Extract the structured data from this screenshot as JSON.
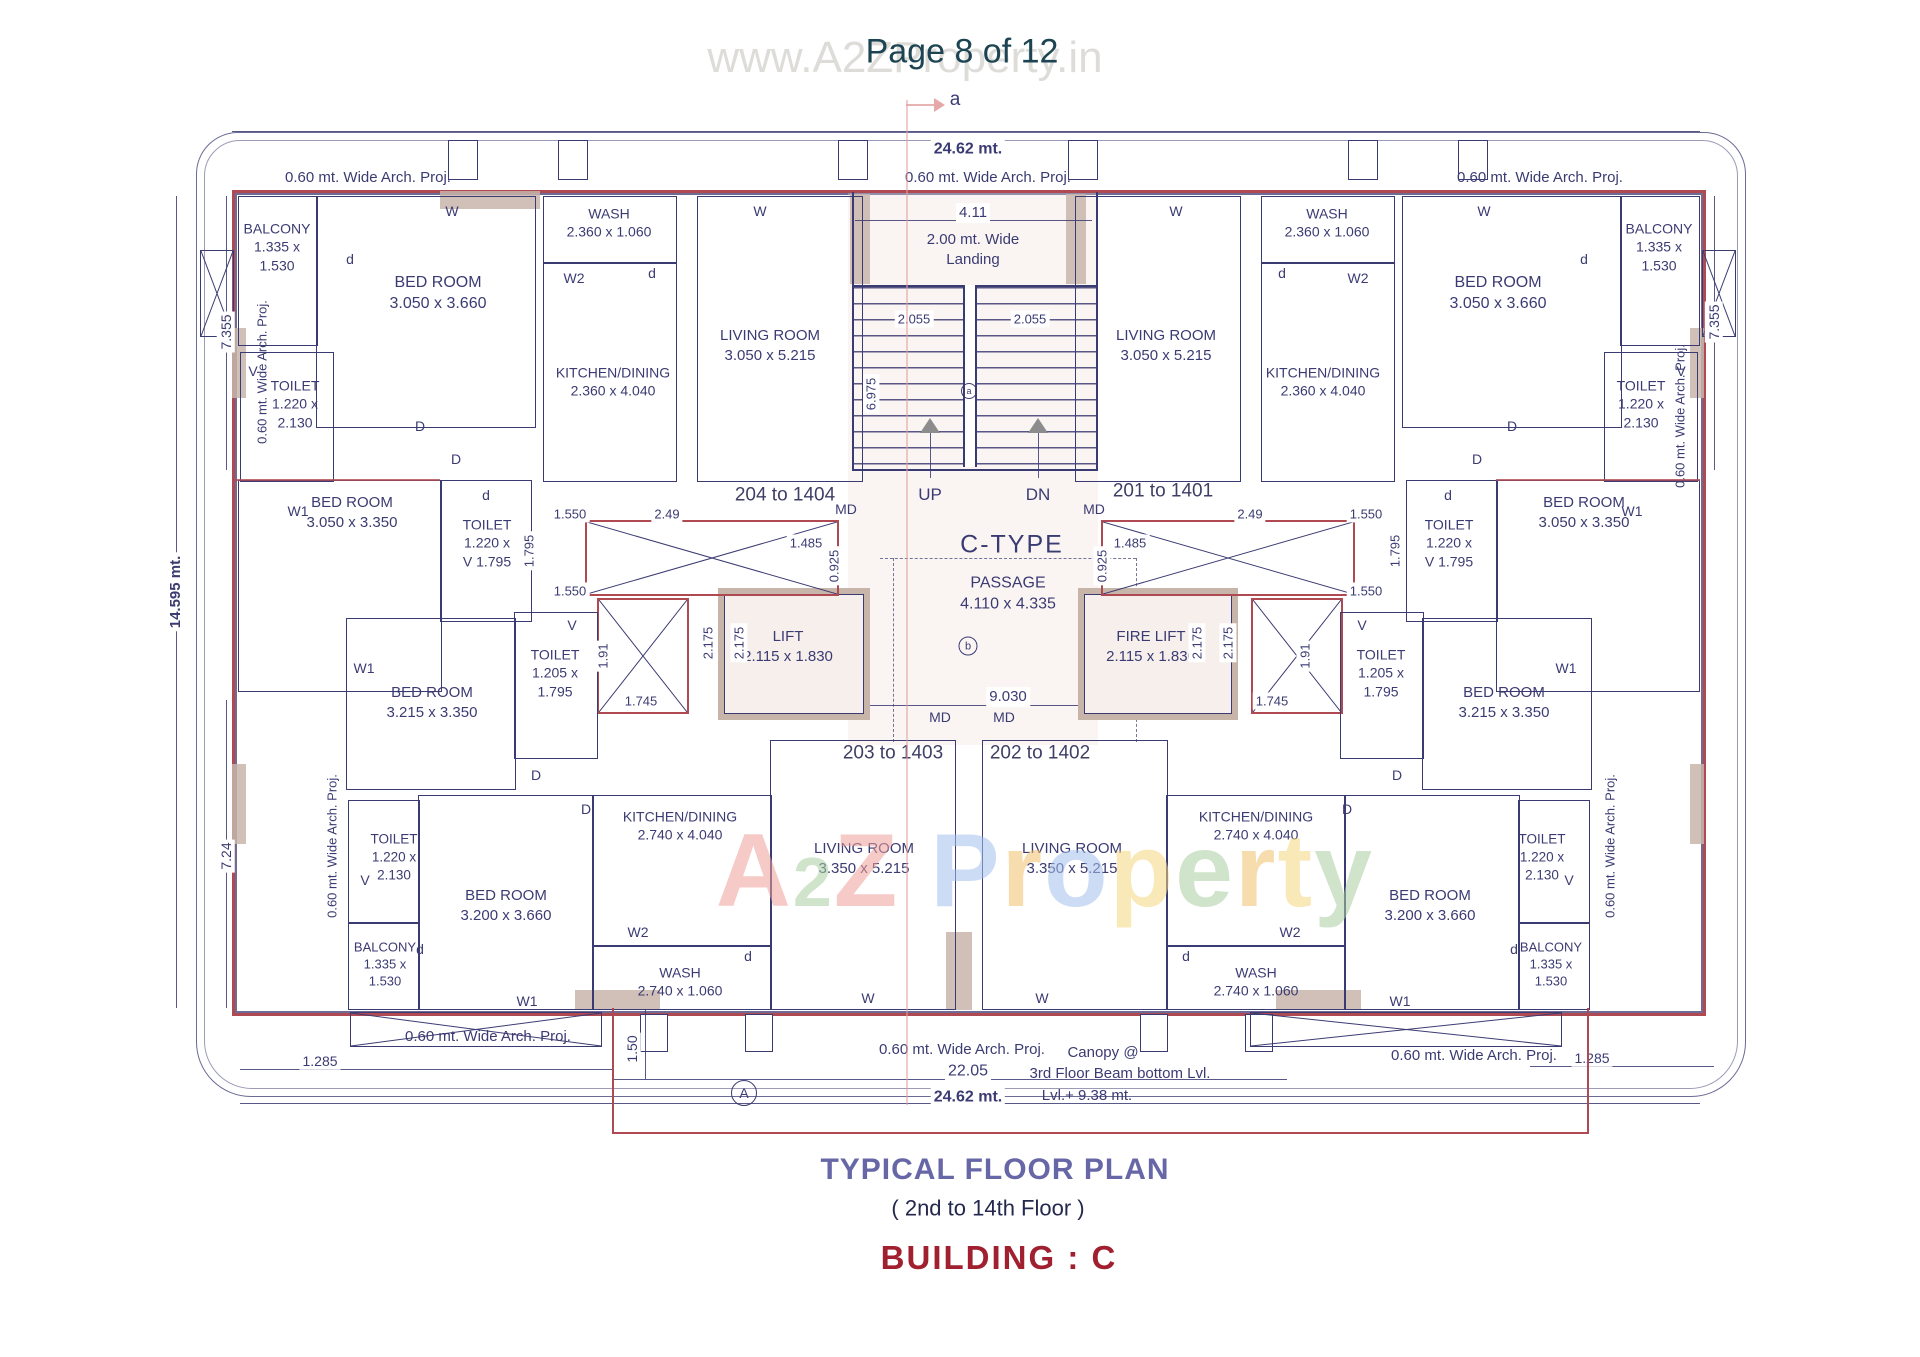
{
  "page": {
    "title": "Page 8 of 12",
    "watermark": "www.A2ZProperty.in"
  },
  "brand": {
    "letters": [
      {
        "ch": "A",
        "style": "color:#efa29b"
      },
      {
        "ch": "2",
        "style": "color:#a9cfa0;font-size:70px"
      },
      {
        "ch": "Z",
        "style": "color:#efa29b"
      },
      {
        "ch": " ",
        "style": ""
      },
      {
        "ch": "P",
        "style": "color:#a6c1ee"
      },
      {
        "ch": "r",
        "style": "color:#f2c06d"
      },
      {
        "ch": "o",
        "style": "color:#a6c1ee"
      },
      {
        "ch": "p",
        "style": "color:#f5d77f"
      },
      {
        "ch": "e",
        "style": "color:#a9cfa0"
      },
      {
        "ch": "r",
        "style": "color:#f2c06d"
      },
      {
        "ch": "t",
        "style": "color:#f5d77f"
      },
      {
        "ch": "y",
        "style": "color:#a9cfa0"
      }
    ]
  },
  "footer": {
    "line1": "TYPICAL FLOOR PLAN",
    "line2": "( 2nd to 14th Floor )",
    "line3": "BUILDING : C"
  },
  "units": {
    "u204": "204 to 1404",
    "u201": "201 to 1401",
    "u203": "203 to 1403",
    "u202": "202 to 1402"
  },
  "core": {
    "type": "C-TYPE",
    "passage": "PASSAGE",
    "passage_size": "4.110 x 4.335",
    "lift": "LIFT\n2.115 x 1.830",
    "fire_lift": "FIRE LIFT\n2.115 x 1.830",
    "landing": "2.00 mt. Wide\nLanding",
    "up": "UP",
    "dn": "DN"
  },
  "rooms": {
    "balcony": "BALCONY\n1.335 x\n1.530",
    "bed_3050_3660": "BED ROOM\n3.050 x 3.660",
    "toilet_2130": "TOILET\n1.220 x\n2.130",
    "wash_2360": "WASH\n2.360 x 1.060",
    "kitchen_2360": "KITCHEN/DINING\n2.360 x 4.040",
    "living_3050": "LIVING ROOM\n3.050 x 5.215",
    "bed_3050_3350": "BED ROOM\n3.050 x 3.350",
    "toilet_1795": "TOILET\n1.220 x\nV 1.795",
    "bed_3215": "BED ROOM\n3.215 x 3.350",
    "toilet_1205": "TOILET\n1.205 x\n1.795",
    "bed_3200": "BED ROOM\n3.200 x 3.660",
    "kitchen_2740": "KITCHEN/DINING\n2.740 x 4.040",
    "wash_2740": "WASH\n2.740 x 1.060",
    "living_3350": "LIVING ROOM\n3.350 x 5.215"
  },
  "dims": {
    "width": "24.62 mt.",
    "arch": "0.60 mt. Wide Arch. Proj.",
    "d411": "4.11",
    "d2055": "2.055",
    "d6975": "6.975",
    "d9030": "9.030",
    "d1550": "1.550",
    "d249": "2.49",
    "d1485": "1.485",
    "d0925": "0.925",
    "d1795": "1.795",
    "d2175": "2.175",
    "d191": "1.91",
    "d1745": "1.745",
    "total_depth": "14.595 mt.",
    "d7355": "7.355",
    "d724": "7.24",
    "d1285": "1.285",
    "d150": "1.50",
    "d2205": "22.05",
    "canopy_at": "Canopy @",
    "canopy_lvl": "3rd Floor Beam bottom Lvl.",
    "canopy_ht": "Lvl.+ 9.38 mt."
  },
  "glyphs": {
    "w": "W",
    "w1": "W1",
    "w2": "W2",
    "dr": "D",
    "d": "d",
    "v": "V",
    "md": "MD",
    "a": "a",
    "cap_a": "A",
    "b": "b"
  },
  "colors": {
    "wall": "#3b3b73",
    "accent": "#b04a52",
    "tan": "#c8b5aa",
    "pink": "#e8a8a8",
    "title": "#1c4452",
    "footer-title": "#6767a7",
    "footer-sub": "#23284c",
    "building": "#a02030",
    "watermark": "#dddcd8",
    "paper": "#ffffff"
  }
}
